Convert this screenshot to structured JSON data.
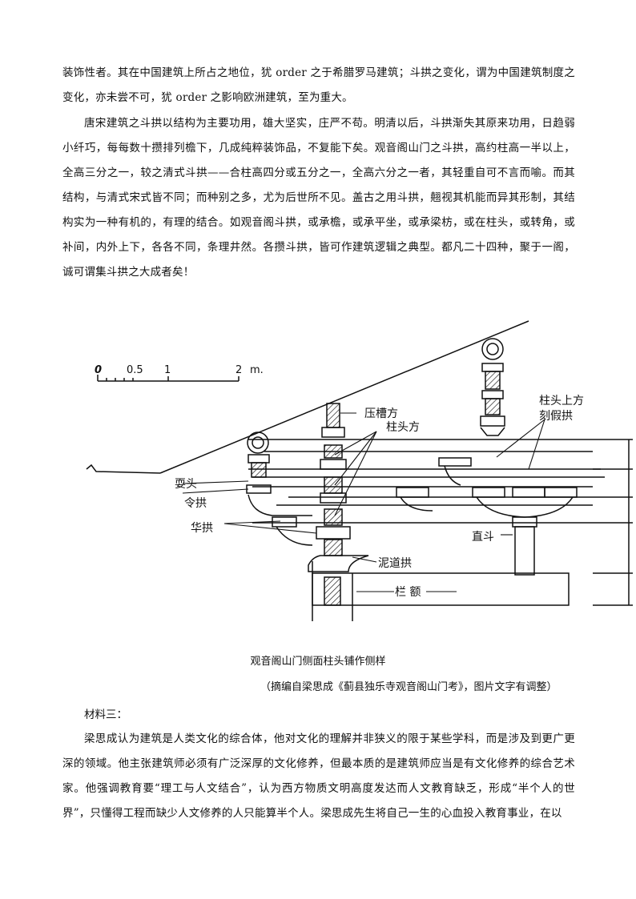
{
  "paragraph1": "装饰性者。其在中国建筑上所占之地位，犹 order 之于希腊罗马建筑；斗拱之变化，谓为中国建筑制度之变化，亦未尝不可，犹 order 之影响欧洲建筑，至为重大。",
  "paragraph2": "唐宋建筑之斗拱以结构为主要功用，雄大坚实，庄严不苟。明清以后，斗拱渐失其原来功用，日趋弱小纤巧，每每数十攒排列檐下，几成纯粹装饰品，不复能下矣。观音阁山门之斗拱，高约柱高一半以上，全高三分之一，较之清式斗拱——合柱高四分或五分之一，全高六分之一者，其轻重自可不言而喻。而其结构，与清式宋式皆不同；而种别之多，尤为后世所不见。盖古之用斗拱，翹视其机能而异其形制，其结构实为一种有机的，有理的结合。如观音阁斗拱，或承檐，或承平坐，或承梁枋，或在柱头，或转角，或补间，内外上下，各各不同，条理井然。各攒斗拱，皆可作建筑逻辑之典型。都凡二十四种，聚于一阁，诚可谓集斗拱之大成者矣！",
  "figure": {
    "scale_0": "0",
    "scale_05": "0.5",
    "scale_1": "1",
    "scale_2": "2",
    "scale_unit": "m.",
    "label_yacaofang": "压槽方",
    "label_zhutoufang": "柱头方",
    "label_kejiagong_1": "柱头上方",
    "label_kejiagong_2": "刻假拱",
    "label_shuatou": "耍头",
    "label_linggong": "令拱",
    "label_huagong": "华拱",
    "label_zhidou": "直斗",
    "label_nidaogong": "泥道拱",
    "label_lan_e": "栏 额"
  },
  "caption": "观音阁山门侧面柱头铺作侧样",
  "source": "（摘编自梁思成《蓟县独乐寺观音阁山门考》，图片文字有调整）",
  "material3_title": "材料三：",
  "paragraph3": "梁思成认为建筑是人类文化的综合体，他对文化的理解并非狭义的限于某些学科，而是涉及到更广更深的领域。他主张建筑师必须有广泛深厚的文化修养，但最本质的是建筑师应当是有文化修养的综合艺术家。他强调教育要“理工与人文结合”，认为西方物质文明高度发达而人文教育缺乏，形成“半个人的世界”，只懂得工程而缺少人文修养的人只能算半个人。梁思成先生将自己一生的心血投入教育事业，在以"
}
